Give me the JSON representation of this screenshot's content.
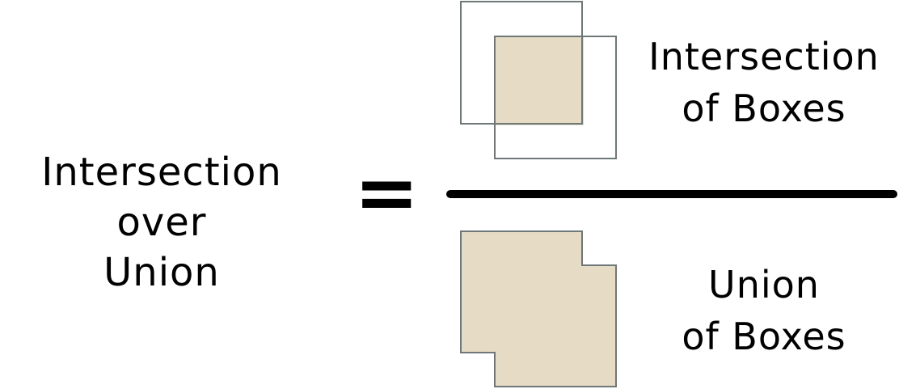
{
  "equation": {
    "lhs_line1": "Intersection over",
    "lhs_line2": "Union",
    "equals": "=",
    "numerator_line1": "Intersection",
    "numerator_line2": "of Boxes",
    "denominator_line1": "Union",
    "denominator_line2": "of Boxes"
  },
  "colors": {
    "fill": "#e6dcc6",
    "box_stroke": "#6f7878",
    "bar": "#000000"
  }
}
